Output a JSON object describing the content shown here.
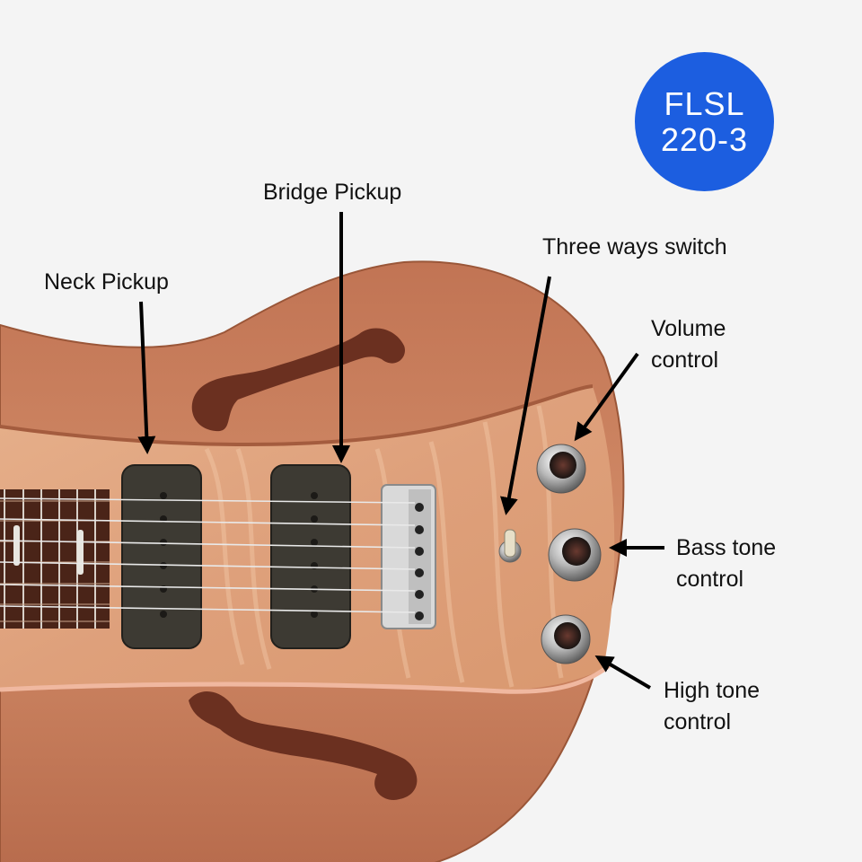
{
  "badge": {
    "line1": "FLSL",
    "line2": "220-3",
    "color": "#1c5ee0"
  },
  "labels": {
    "bridge_pickup": "Bridge Pickup",
    "neck_pickup": "Neck Pickup",
    "three_way_switch": "Three ways switch",
    "volume_line1": "Volume",
    "volume_line2": "control",
    "bass_line1": "Bass tone",
    "bass_line2": "control",
    "high_line1": "High tone",
    "high_line2": "control"
  },
  "colors": {
    "background": "#f4f4f4",
    "body_wood": "#c97f5e",
    "top_wood": "#e0a783",
    "pickup": "#3d3a33",
    "fretboard": "#4a2418",
    "arrow": "#000000"
  },
  "guitar": {
    "string_count": 6,
    "knob_count": 3
  }
}
